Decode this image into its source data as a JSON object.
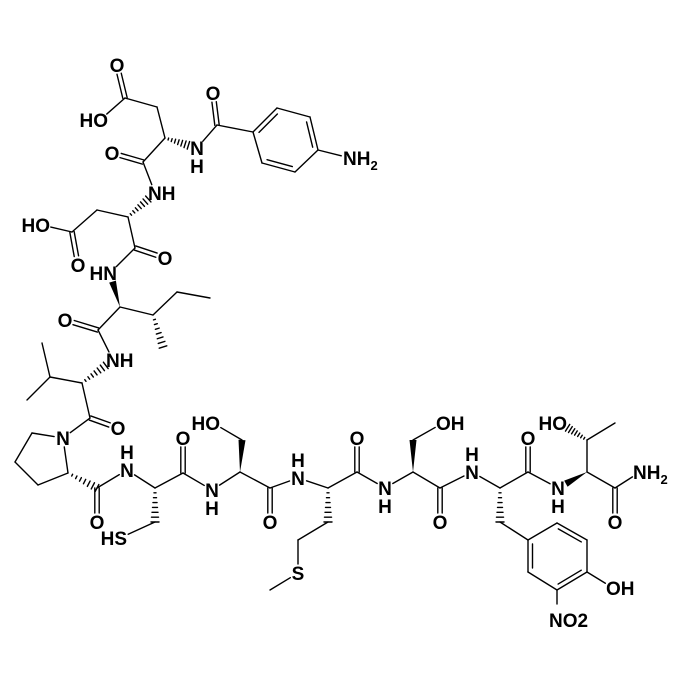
{
  "colors": {
    "bond": "#000000",
    "label": "#000000",
    "background": "#ffffff"
  },
  "labels": {
    "asp1_acid_O": "O",
    "asp1_acid_OH": "HO",
    "benzoyl_O": "O",
    "asp1_N": "N",
    "asp1_NH": "H",
    "amine": {
      "text": "NH",
      "sub": "2"
    },
    "asp1_O": "O",
    "asp2_NH": "NH",
    "asp2_acid_OH": "HO",
    "asp2_acid_O": "O",
    "asp2_O": "O",
    "ile_NH": "HN",
    "ile_O": "O",
    "val_NH": "NH",
    "val_O": "O",
    "pro_N": "N",
    "pro_O": "O",
    "cys_N": "N",
    "cys_H": "H",
    "cys_SH": "HS",
    "cys_O": "O",
    "ser1_N": "N",
    "ser1_H": "H",
    "ser1_OH": "HO",
    "ser1_O": "O",
    "met_N": "N",
    "met_H": "H",
    "met_O": "O",
    "met_S": "S",
    "ser2_N": "N",
    "ser2_H": "H",
    "ser2_OH": "OH",
    "ser2_O": "O",
    "tyr_N": "N",
    "tyr_H": "H",
    "tyr_O": "O",
    "tyr_OH": "OH",
    "tyr_NO2": "NO2",
    "thr_N": "N",
    "thr_H": "H",
    "thr_OH": "HO",
    "thr_O": "O",
    "amide": {
      "text": "NH",
      "sub": "2"
    }
  }
}
